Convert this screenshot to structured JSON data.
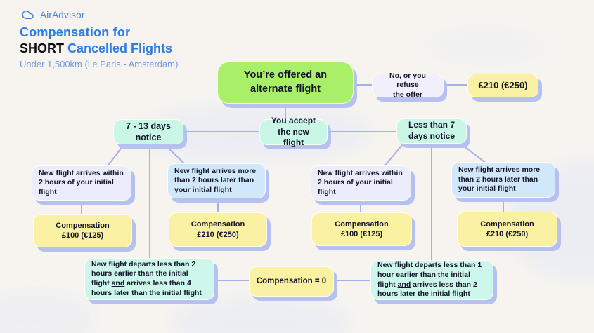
{
  "brand": {
    "name": "AirAdvisor"
  },
  "title": {
    "line1": "Compensation for",
    "line2_bold": "SHORT",
    "line2_blue": " Cancelled Flights",
    "subtitle": "Under 1,500km (i.e Paris - Amsterdam)"
  },
  "nodes": {
    "offer": "You’re offered an\nalternate flight",
    "refuse": "No, or you refuse\nthe offer",
    "refuse_comp": "£210 (€250)",
    "accept": "You accept\nthe new flight",
    "notice_left": "7 - 13 days notice",
    "notice_right": "Less than 7\ndays notice",
    "left_within": "New flight arrives within 2 hours of your initial flight",
    "left_more": "New flight arrives more than 2 hours later than your initial flight",
    "right_within": "New flight arrives within 2 hours of your initial flight",
    "right_more": "New flight arrives more than 2 hours later than your initial flight",
    "left_comp_within": "Compensation\n£100 (€125)",
    "left_comp_more": "Compensation\n£210 (€250)",
    "right_comp_within": "Compensation\n£100 (€125)",
    "right_comp_more": "Compensation\n£210 (€250)",
    "comp_zero": "Compensation = 0",
    "bottom_left": {
      "part1": "New flight departs less than 2 hours earlier than the initial flight ",
      "conj": "and",
      "part2": " arrives less than 4 hours later than the initial flight"
    },
    "bottom_right": {
      "part1": "New flight departs less than 1 hour earlier than the initial flight ",
      "conj": "and",
      "part2": " arrives less than 2 hours later the initial flight"
    }
  },
  "colors": {
    "title_blue": "#2b7de2",
    "subtitle_blue": "#6b9ce7",
    "green": "#aaef68",
    "mint": "#c9f6e5",
    "lavender": "#ebedfa",
    "light_blue": "#d0e8f9",
    "yellow": "#faf1a2",
    "shadow": "#b7c1f1",
    "connector": "#a5b0e8",
    "background": "#f7f4ef"
  }
}
